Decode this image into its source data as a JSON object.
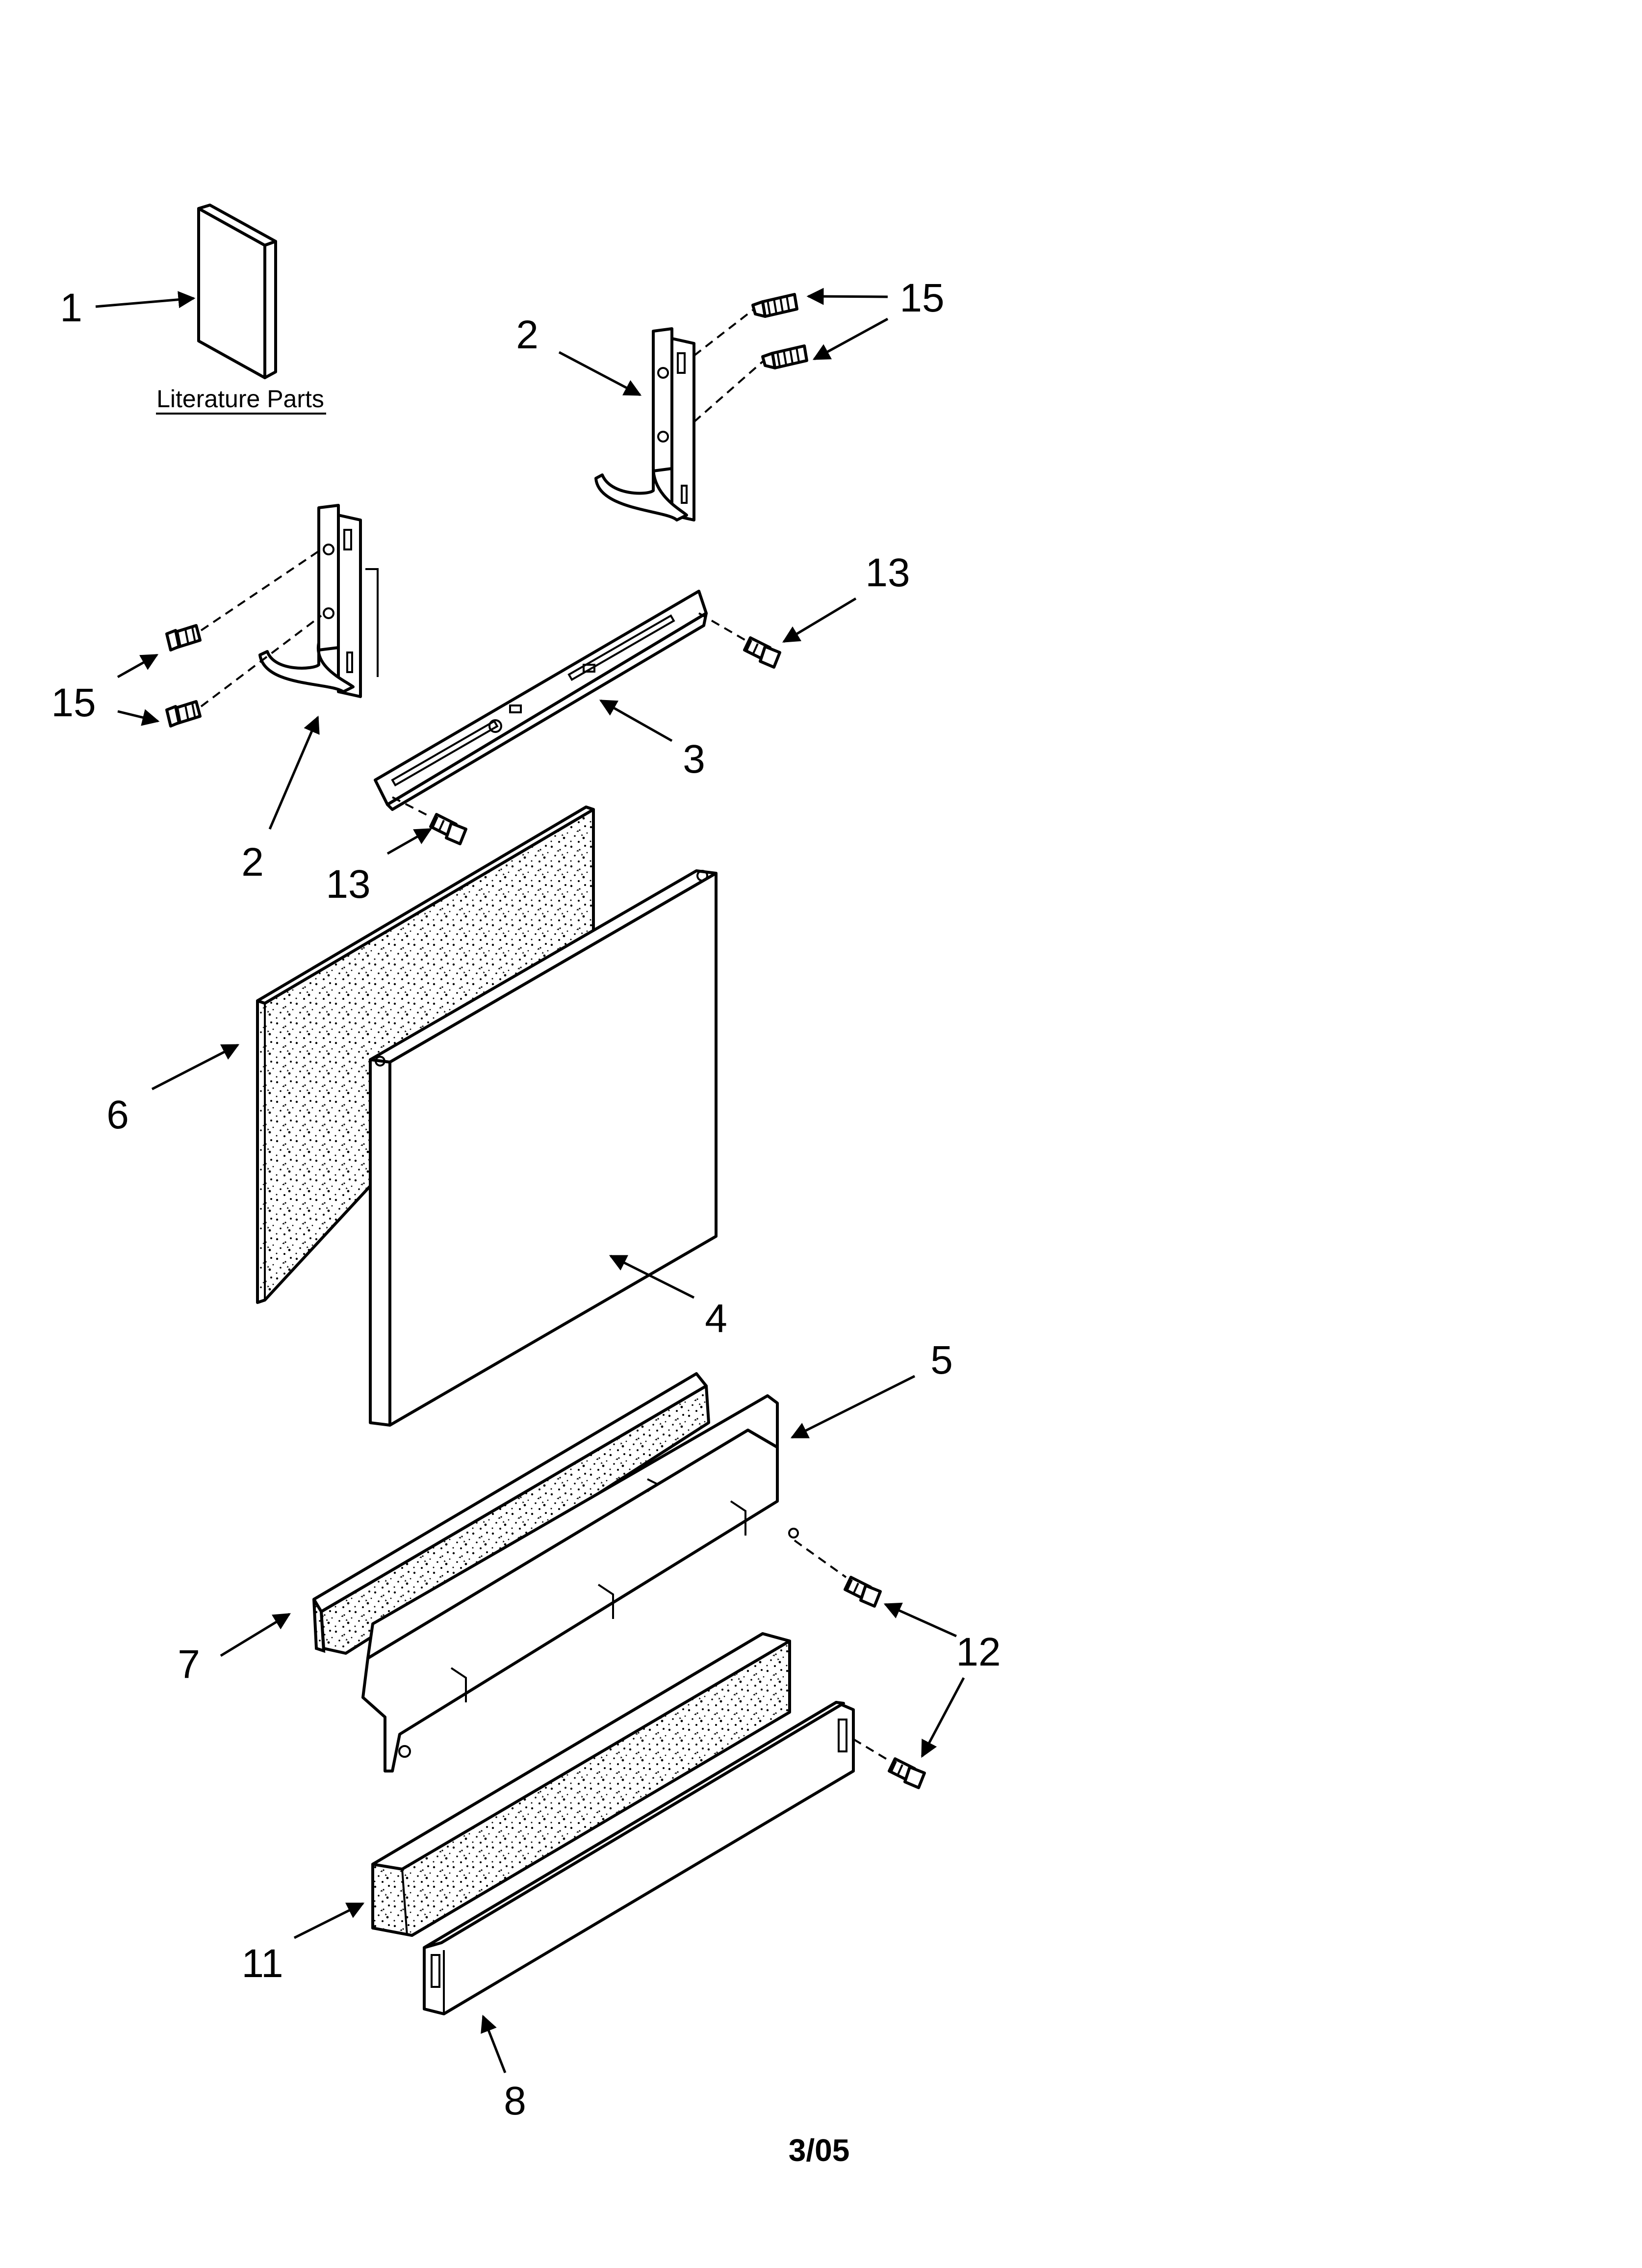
{
  "literature": {
    "label": "Literature Parts"
  },
  "callouts": {
    "c1": "1",
    "c2a": "2",
    "c2b": "2",
    "c3": "3",
    "c4": "4",
    "c5": "5",
    "c6": "6",
    "c7": "7",
    "c8": "8",
    "c11": "11",
    "c12": "12",
    "c13a": "13",
    "c13b": "13",
    "c15a": "15",
    "c15b": "15"
  },
  "footer": {
    "date_code": "3/05"
  }
}
